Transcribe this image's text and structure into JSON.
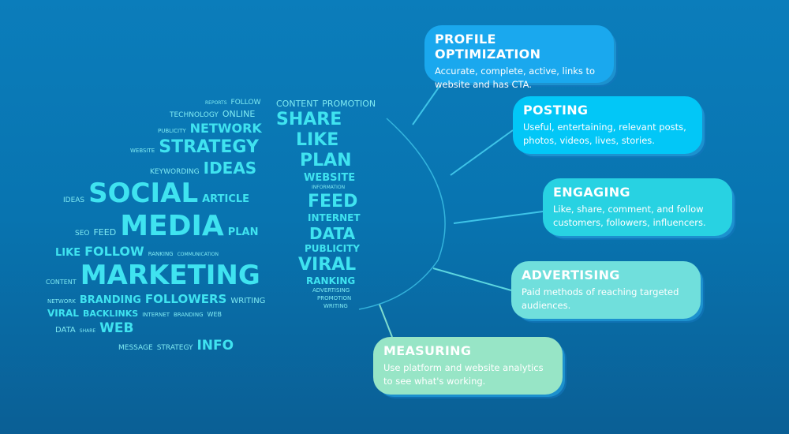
{
  "colors": {
    "background": "#0874b0",
    "line": "#3ec4e8"
  },
  "cloud_words": {
    "social": "SOCIAL",
    "media": "MEDIA",
    "marketing": "MARKETING",
    "strategy": "STRATEGY",
    "network": "NETWORK",
    "ideas": "IDEAS",
    "article": "ARTICLE",
    "plan": "PLAN",
    "technology": "TECHNOLOGY",
    "online": "ONLINE",
    "follow": "FOLLOW",
    "follow2": "FOLLOW",
    "branding": "BRANDING",
    "feed": "FEED",
    "ideas2": "IDEAS",
    "keywording": "KEYWORDING",
    "website": "WEBSITE",
    "publicity": "PUBLICITY",
    "seo": "SEO",
    "like": "LIKE",
    "content": "CONTENT",
    "network2": "NETWORK",
    "viral": "VIRAL",
    "data": "DATA",
    "share": "SHARE",
    "backlinks": "BACKLINKS",
    "internet": "INTERNET",
    "web": "WEB",
    "message": "MESSAGE",
    "strategy2": "STRATEGY",
    "info": "INFO",
    "followers": "FOLLOWERS",
    "writing": "WRITING",
    "ranking": "RANKING",
    "promotion": "PROMOTION",
    "share2": "SHARE",
    "like2": "LIKE",
    "plan2": "PLAN",
    "website2": "WEBSITE",
    "information": "INFORMATION",
    "feed2": "FEED",
    "internet2": "INTERNET",
    "data2": "DATA",
    "publicity2": "PUBLICITY",
    "viral2": "VIRAL",
    "ranking2": "RANKING",
    "advertising": "ADVERTISING",
    "promotion2": "PROMOTION",
    "writing2": "WRITING",
    "reports": "REPORTS",
    "communication": "COMMUNICATION",
    "branding2": "BRANDING",
    "web2": "WEB",
    "content2": "CONTENT"
  },
  "items": [
    {
      "title": "PROFILE OPTIMIZATION",
      "text": "Accurate, complete, active, links to website and has CTA.",
      "color": "#1aa8ee"
    },
    {
      "title": "POSTING",
      "text": "Useful, entertaining, relevant posts, photos, videos, lives, stories.",
      "color": "#02c7f7"
    },
    {
      "title": "ENGAGING",
      "text": "Like, share, comment, and follow customers, followers, influencers.",
      "color": "#28d2e2"
    },
    {
      "title": "ADVERTISING",
      "text": "Paid methods of reaching targeted audiences.",
      "color": "#70dfdc"
    },
    {
      "title": "MEASURING",
      "text": "Use platform and website analytics to see what's working.",
      "color": "#97e5c6"
    }
  ]
}
